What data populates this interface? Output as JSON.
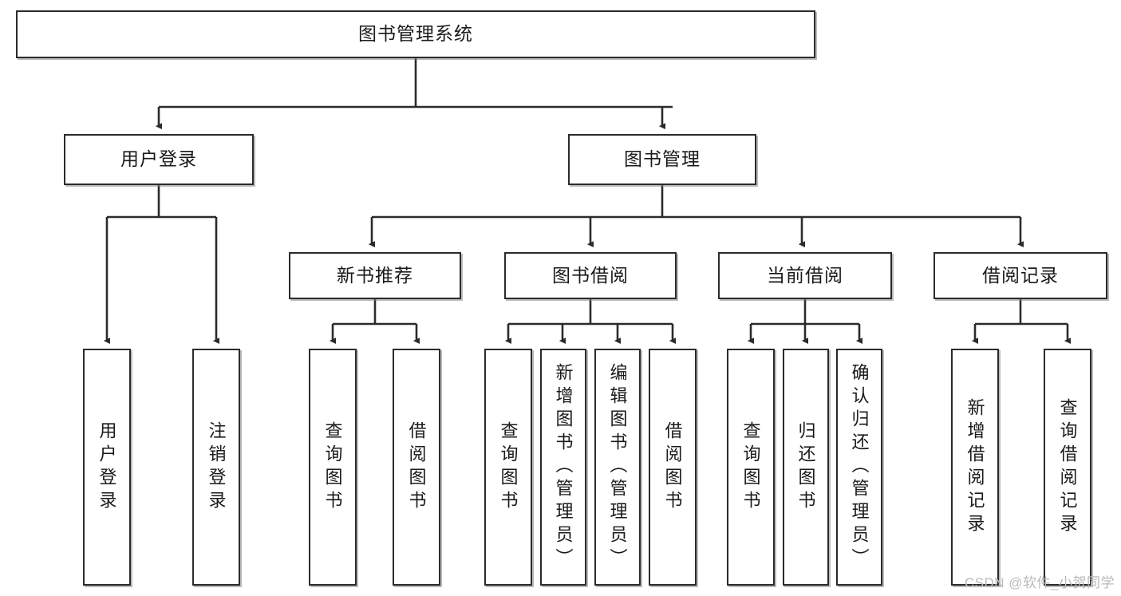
{
  "diagram": {
    "title": "图书管理系统",
    "type": "hierarchy-tree",
    "watermark": "CSDN @软件_小贺同学",
    "levels": {
      "root": {
        "label": "图书管理系统"
      },
      "level2": [
        {
          "id": "user-login",
          "label": "用户登录"
        },
        {
          "id": "book-management",
          "label": "图书管理"
        }
      ],
      "level3": [
        {
          "id": "new-book-recommend",
          "label": "新书推荐",
          "parent": "book-management"
        },
        {
          "id": "book-borrow",
          "label": "图书借阅",
          "parent": "book-management"
        },
        {
          "id": "current-borrow",
          "label": "当前借阅",
          "parent": "book-management"
        },
        {
          "id": "borrow-record",
          "label": "借阅记录",
          "parent": "book-management"
        }
      ],
      "leaves": [
        {
          "id": "leaf-user-login",
          "label": "用户登录",
          "parent": "user-login"
        },
        {
          "id": "leaf-user-logout",
          "label": "注销登录",
          "parent": "user-login"
        },
        {
          "id": "leaf-query-book-1",
          "label": "查询图书",
          "parent": "new-book-recommend"
        },
        {
          "id": "leaf-borrow-book-1",
          "label": "借阅图书",
          "parent": "new-book-recommend"
        },
        {
          "id": "leaf-query-book-2",
          "label": "查询图书",
          "parent": "book-borrow"
        },
        {
          "id": "leaf-add-book",
          "label": "新增图书（管理员）",
          "parent": "book-borrow"
        },
        {
          "id": "leaf-edit-book",
          "label": "编辑图书（管理员）",
          "parent": "book-borrow"
        },
        {
          "id": "leaf-borrow-book-2",
          "label": "借阅图书",
          "parent": "book-borrow"
        },
        {
          "id": "leaf-query-book-3",
          "label": "查询图书",
          "parent": "current-borrow"
        },
        {
          "id": "leaf-return-book",
          "label": "归还图书",
          "parent": "current-borrow"
        },
        {
          "id": "leaf-confirm-return",
          "label": "确认归还（管理员）",
          "parent": "current-borrow"
        },
        {
          "id": "leaf-add-record",
          "label": "新增借阅记录",
          "parent": "borrow-record"
        },
        {
          "id": "leaf-query-record",
          "label": "查询借阅记录",
          "parent": "borrow-record"
        }
      ]
    },
    "colors": {
      "box_border": "#2b2b2b",
      "box_fill": "#ffffff",
      "connector": "#2b2b2b",
      "watermark": "#b9b9b9"
    }
  }
}
